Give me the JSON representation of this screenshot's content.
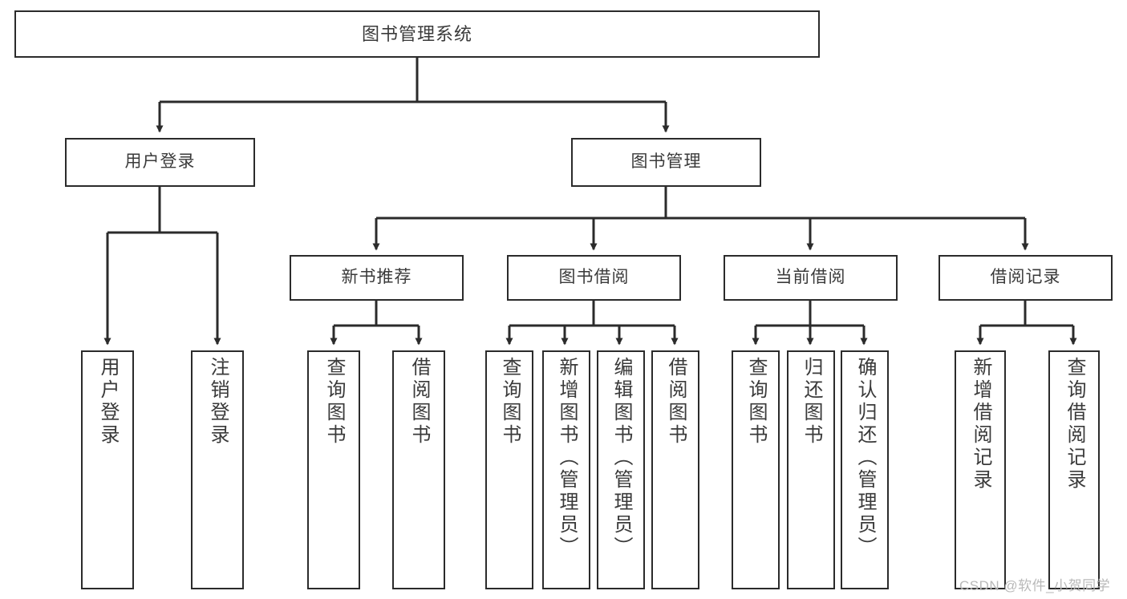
{
  "diagram": {
    "title": "图书管理系统",
    "watermark": "CSDN @软件_小贺同学",
    "colors": {
      "background": "#ffffff",
      "node_border": "#2b2b2b",
      "node_fill": "#ffffff",
      "text": "#3a3a3a",
      "edge": "#2b2b2b",
      "watermark": "#b9b9b9"
    },
    "nodes": {
      "root": {
        "label": "图书管理系统"
      },
      "level1": [
        {
          "id": "user-login",
          "label": "用户登录"
        },
        {
          "id": "book-manage",
          "label": "图书管理"
        }
      ],
      "level2": [
        {
          "id": "new-book-recommend",
          "label": "新书推荐"
        },
        {
          "id": "book-borrow",
          "label": "图书借阅"
        },
        {
          "id": "current-borrow",
          "label": "当前借阅"
        },
        {
          "id": "borrow-record",
          "label": "借阅记录"
        }
      ],
      "leaves": {
        "user_login": [
          {
            "id": "leaf-user-login",
            "label": "用户登录"
          },
          {
            "id": "leaf-logout-login",
            "label": "注销登录"
          }
        ],
        "new_book_recommend": [
          {
            "id": "leaf-query-book-1",
            "label": "查询图书"
          },
          {
            "id": "leaf-borrow-book-1",
            "label": "借阅图书"
          }
        ],
        "book_borrow": [
          {
            "id": "leaf-query-book-2",
            "label": "查询图书"
          },
          {
            "id": "leaf-add-book",
            "label": "新增图书（管理员）"
          },
          {
            "id": "leaf-edit-book",
            "label": "编辑图书（管理员）"
          },
          {
            "id": "leaf-borrow-book-2",
            "label": "借阅图书"
          }
        ],
        "current_borrow": [
          {
            "id": "leaf-query-book-3",
            "label": "查询图书"
          },
          {
            "id": "leaf-return-book",
            "label": "归还图书"
          },
          {
            "id": "leaf-confirm-return",
            "label": "确认归还（管理员）"
          }
        ],
        "borrow_record": [
          {
            "id": "leaf-add-record",
            "label": "新增借阅记录"
          },
          {
            "id": "leaf-query-record",
            "label": "查询借阅记录"
          }
        ]
      }
    }
  }
}
